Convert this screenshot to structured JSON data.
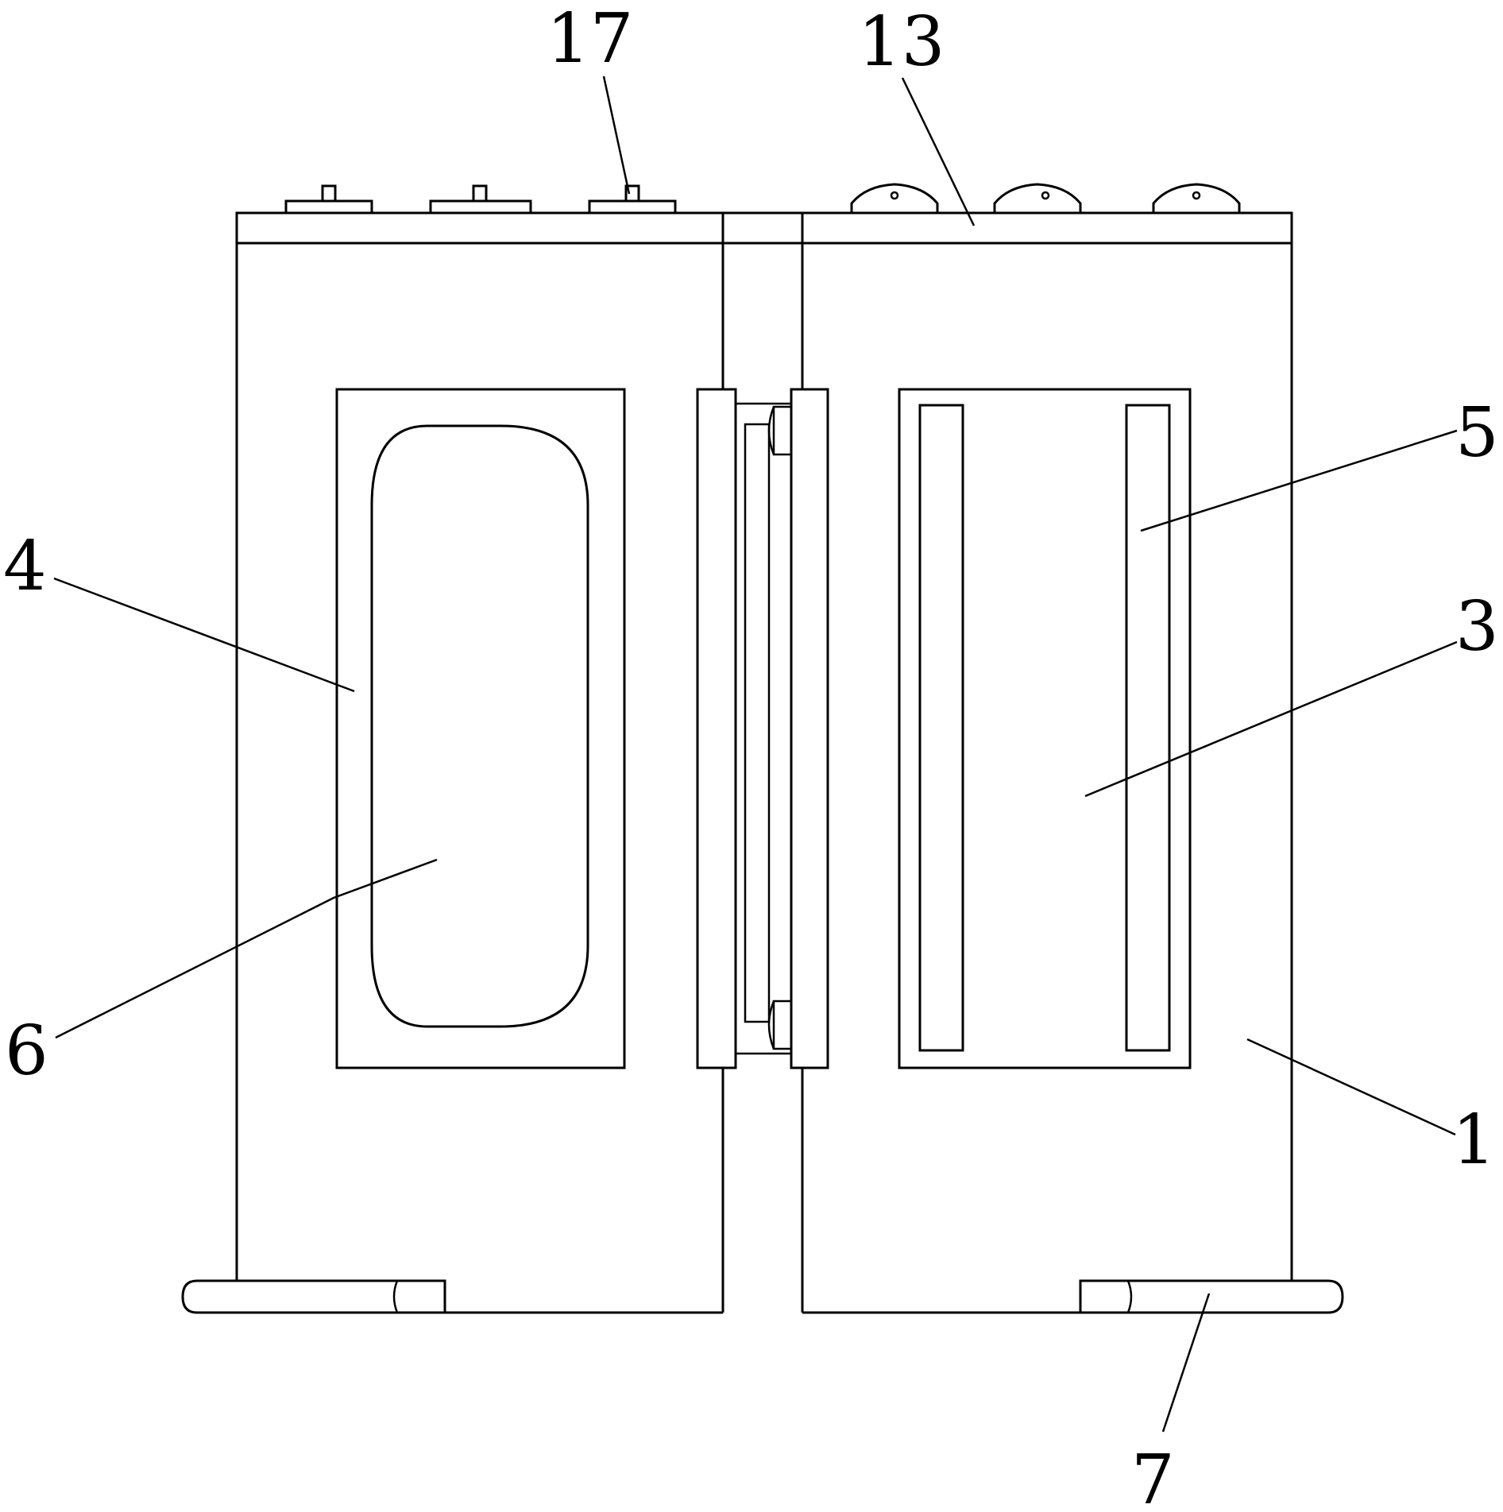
{
  "labels": {
    "label_17": "17",
    "label_13": "13",
    "label_5": "5",
    "label_4": "4",
    "label_3": "3",
    "label_6": "6",
    "label_1": "1",
    "label_7": "7"
  },
  "colors": {
    "line": "#000000",
    "background": "#ffffff"
  }
}
